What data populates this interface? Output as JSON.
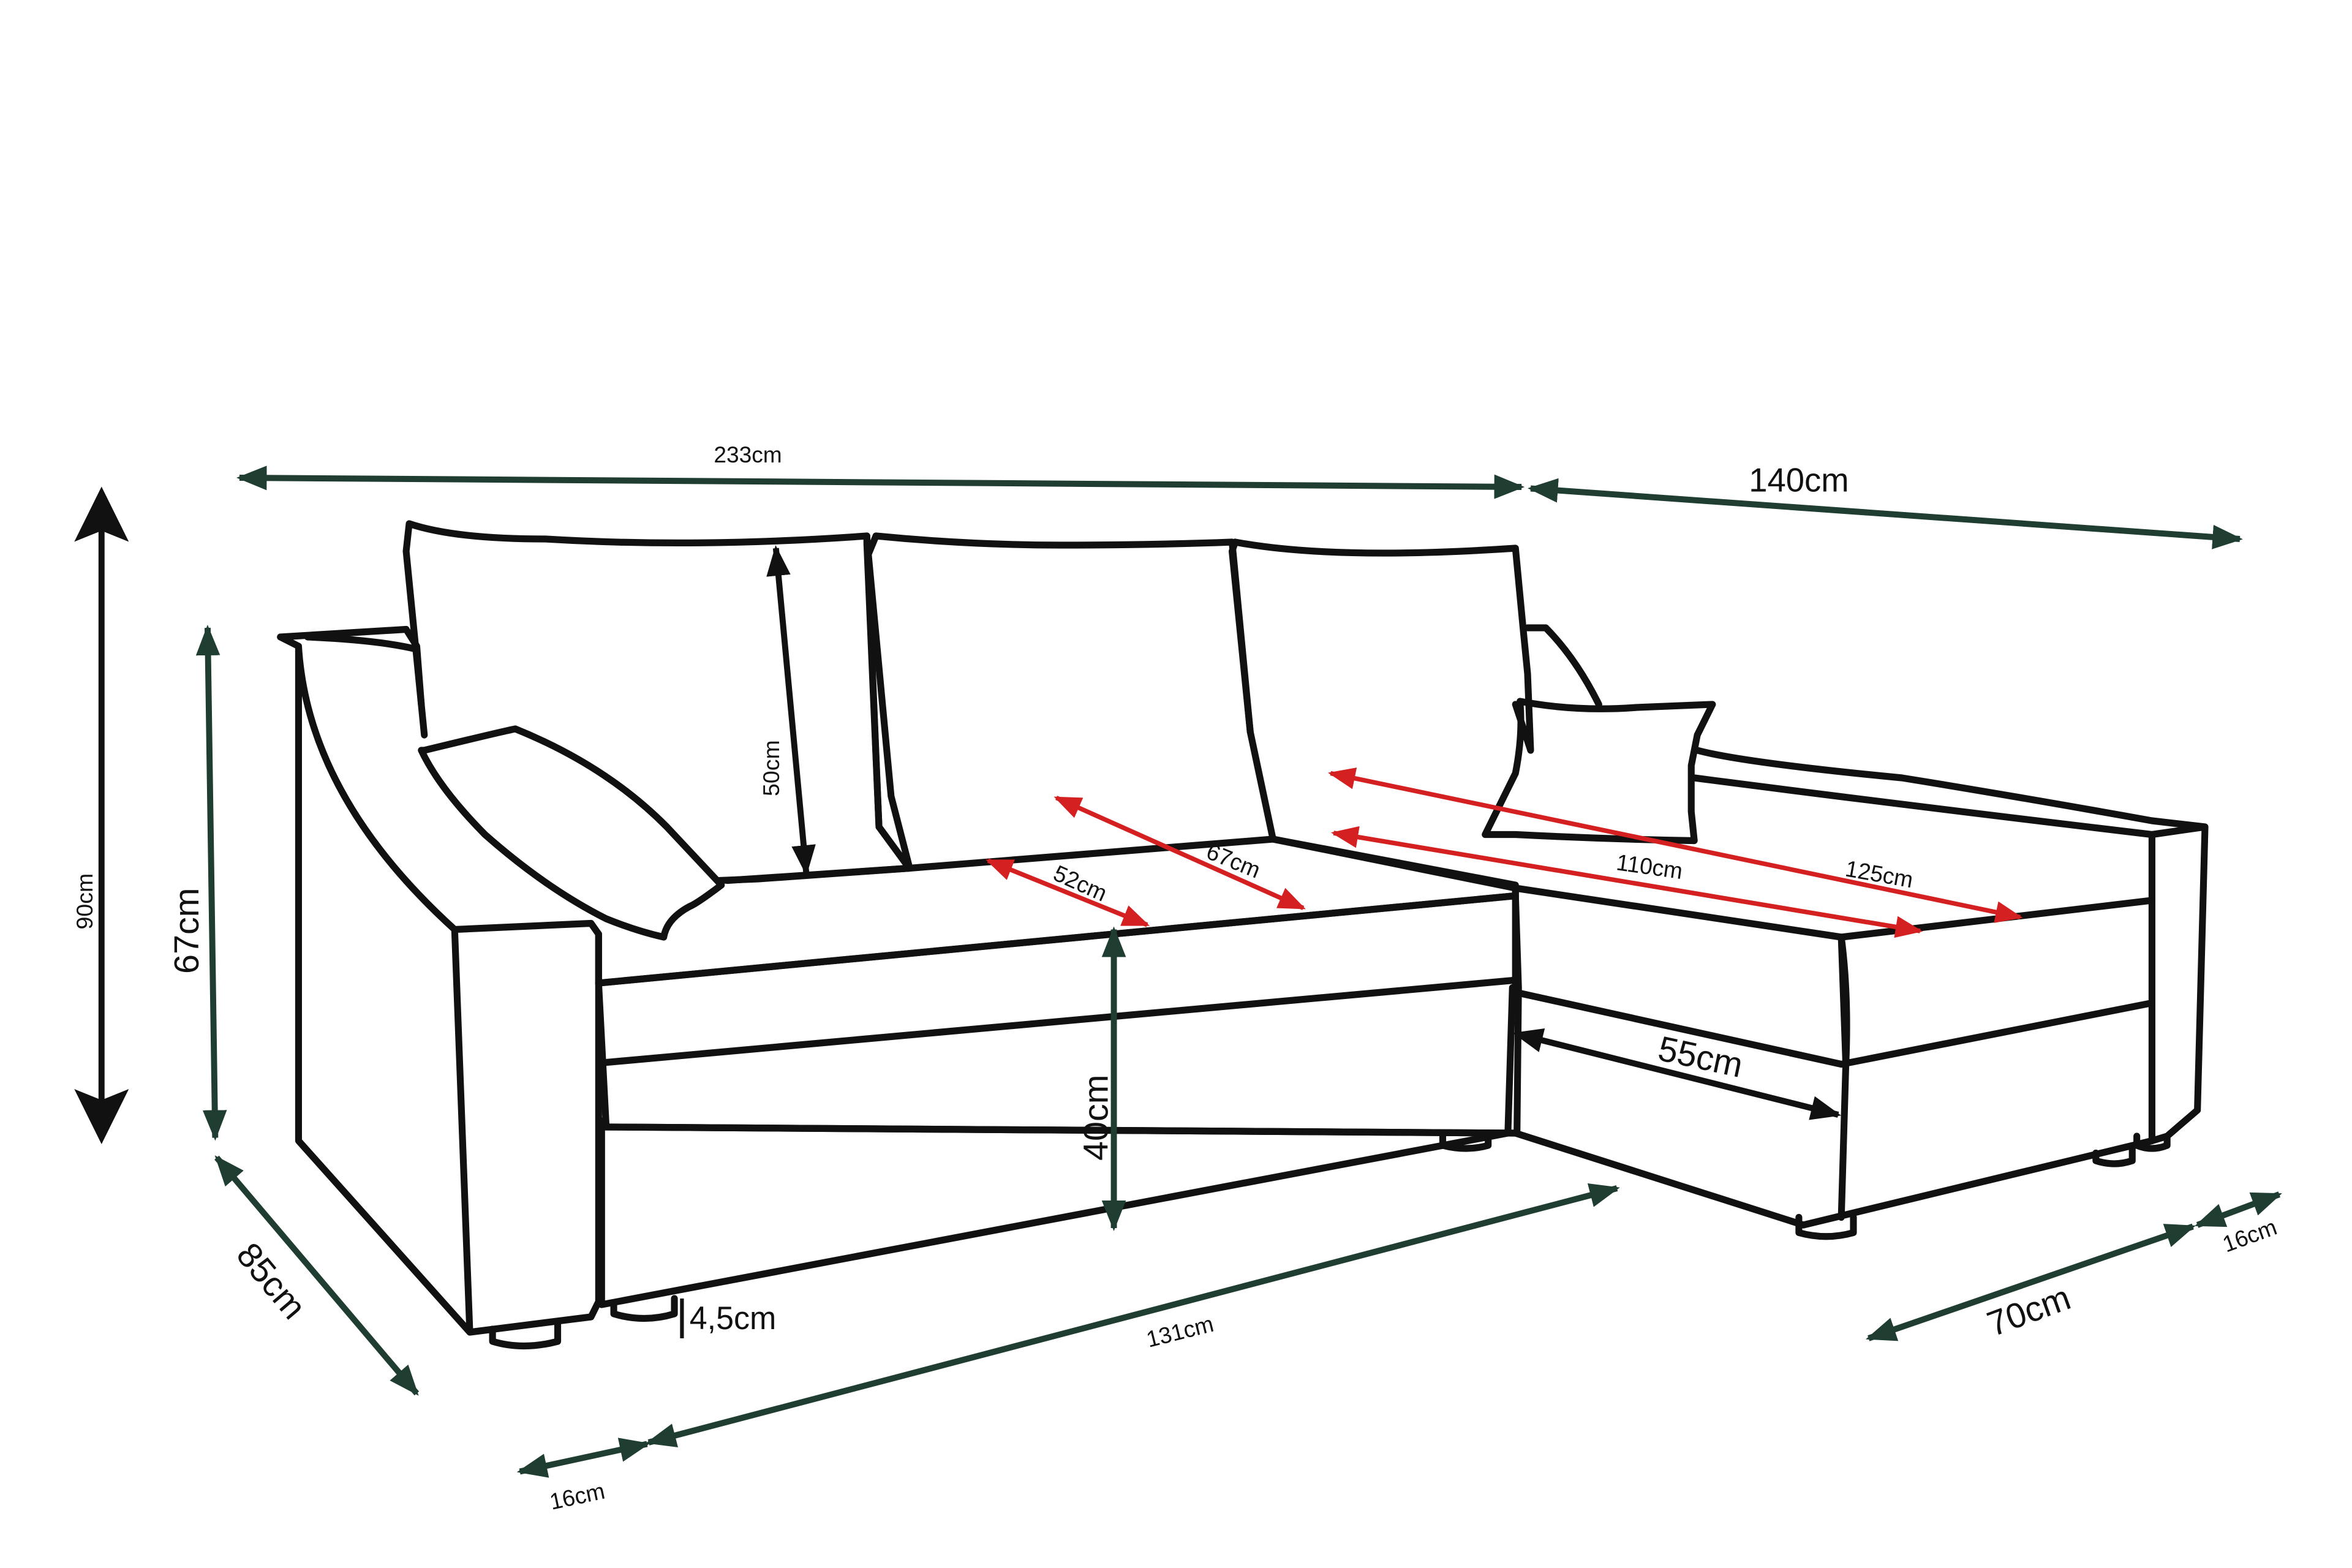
{
  "colors": {
    "outline": "#111111",
    "dimension_green": "#1f3d30",
    "dimension_black": "#111111",
    "dimension_red": "#d42020",
    "background": "#ffffff"
  },
  "dimensions": {
    "total_width": "233cm",
    "chaise_width": "140cm",
    "total_height": "90cm",
    "arm_height": "67cm",
    "backrest_height": "50cm",
    "seat_height": "40cm",
    "depth": "85cm",
    "seat_depth_front": "52cm",
    "seat_depth_back": "67cm",
    "chaise_inner_length": "110cm",
    "chaise_outer_length": "125cm",
    "chaise_step": "55cm",
    "leg_height": "4,5cm",
    "front_length": "131cm",
    "arm_left": "16cm",
    "chaise_front": "70cm",
    "arm_right": "16cm"
  }
}
